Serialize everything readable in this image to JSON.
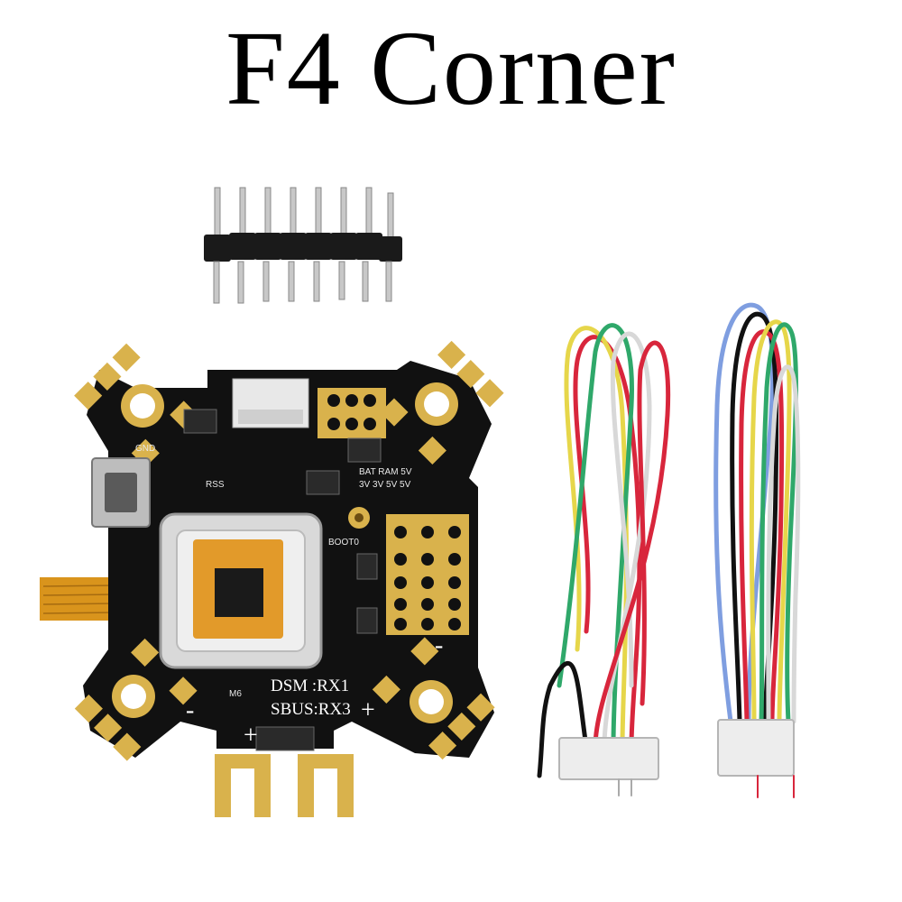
{
  "title": "F4 Corner",
  "board": {
    "labels": {
      "dsm": "DSM :RX1",
      "sbus": "SBUS:RX3",
      "boot": "BOOT0",
      "gnd": "GND",
      "rssi": "RSS",
      "bat": "BAT RAM 5V",
      "volt": "3V 3V 5V 5V",
      "m6": "M6",
      "plus_left": "+",
      "plus_right": "+",
      "minus_left": "-",
      "minus_right": "-"
    }
  },
  "colors": {
    "pcb": "#111111",
    "gold": "#d9b24c",
    "flex": "#d9941c",
    "wire_red": "#d8263c",
    "wire_yellow": "#e6d64a",
    "wire_green": "#2fa86a",
    "wire_white": "#d8d8d8",
    "wire_blue": "#7f9ee0",
    "wire_black": "#111111"
  }
}
